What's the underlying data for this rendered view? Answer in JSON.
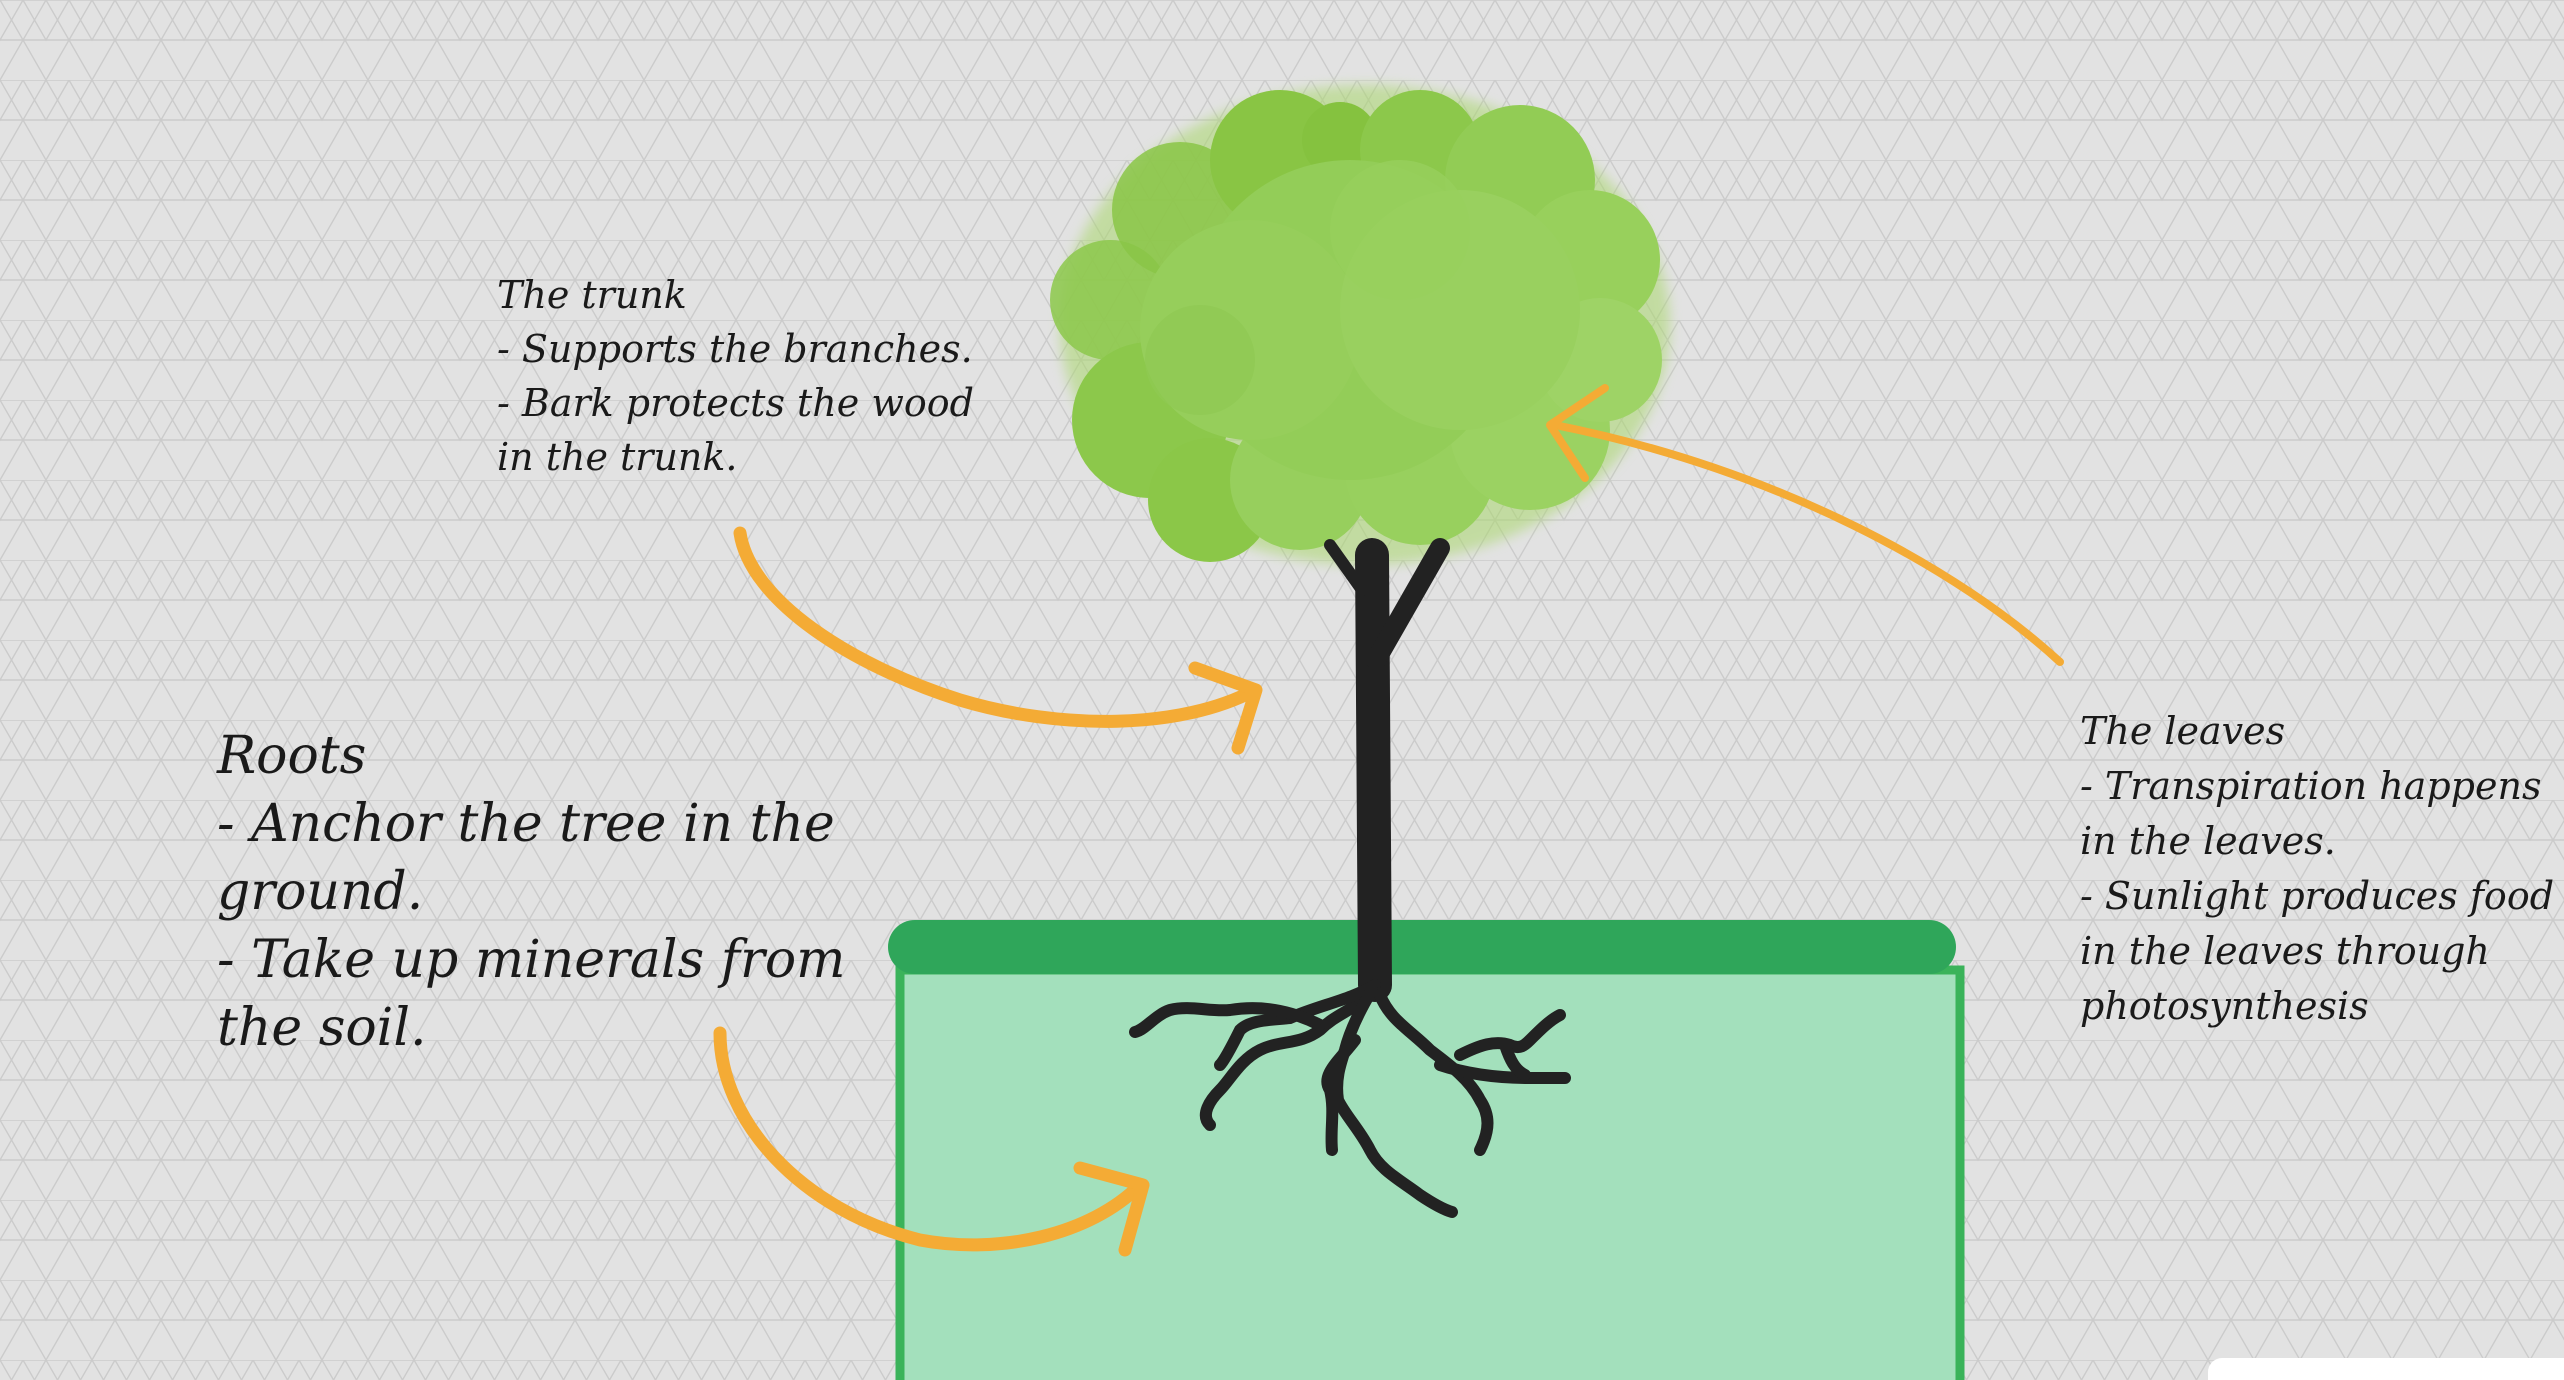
{
  "colors": {
    "background": "#e2e2e2",
    "grid": "#cbcbcb",
    "soil_fill": "#a3e0bc",
    "soil_border": "#3ab35a",
    "ground_bar": "#2fa65a",
    "trunk": "#222222",
    "canopy": "#8cc84b",
    "arrow": "#f4ab35"
  },
  "notes": {
    "trunk": {
      "lines": [
        "The trunk",
        "- Supports the branches.",
        "- Bark protects the wood",
        "in the trunk."
      ]
    },
    "roots": {
      "lines": [
        "Roots",
        "- Anchor the tree in the",
        "ground.",
        "- Take up minerals from",
        "the soil."
      ]
    },
    "leaves": {
      "lines": [
        "The leaves",
        "- Transpiration happens",
        "in the leaves.",
        "- Sunlight produces food",
        "in the leaves through",
        "photosynthesis"
      ]
    }
  }
}
